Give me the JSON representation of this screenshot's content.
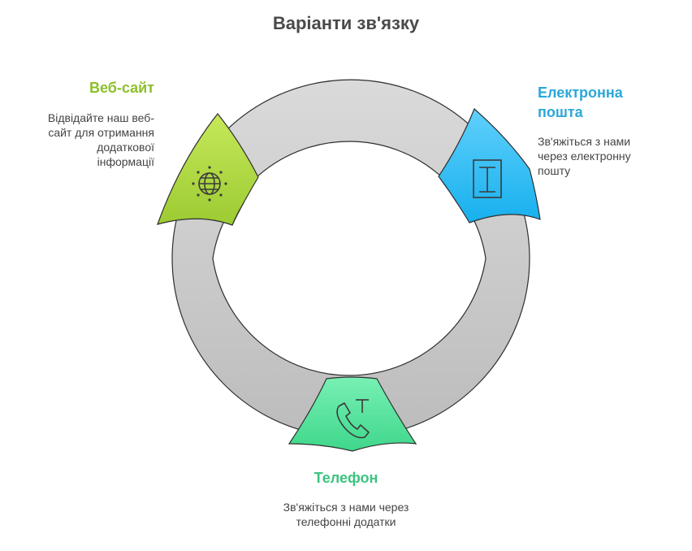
{
  "title": "Варіанти зв'язку",
  "colors": {
    "ring_top": "#d9d9d9",
    "ring_bottom": "#bdbdbd",
    "ring_stroke": "#2f2f2f",
    "website": "#a3cf3a",
    "email": "#2eb9f2",
    "phone": "#4bdc93",
    "website_text": "#8cbf2a",
    "email_text": "#2ba8d9",
    "phone_text": "#3cc47f"
  },
  "items": {
    "website": {
      "title": "Веб-сайт",
      "description": "Відвідайте наш веб-сайт для отримання додаткової інформації",
      "icon": "globe-icon"
    },
    "email": {
      "title": "Електронна пошта",
      "description": "Зв'яжіться з нами через електронну пошту",
      "icon": "envelope-icon"
    },
    "phone": {
      "title": "Телефон",
      "description": "Зв'яжіться з нами через телефонні додатки",
      "icon": "phone-icon"
    }
  }
}
